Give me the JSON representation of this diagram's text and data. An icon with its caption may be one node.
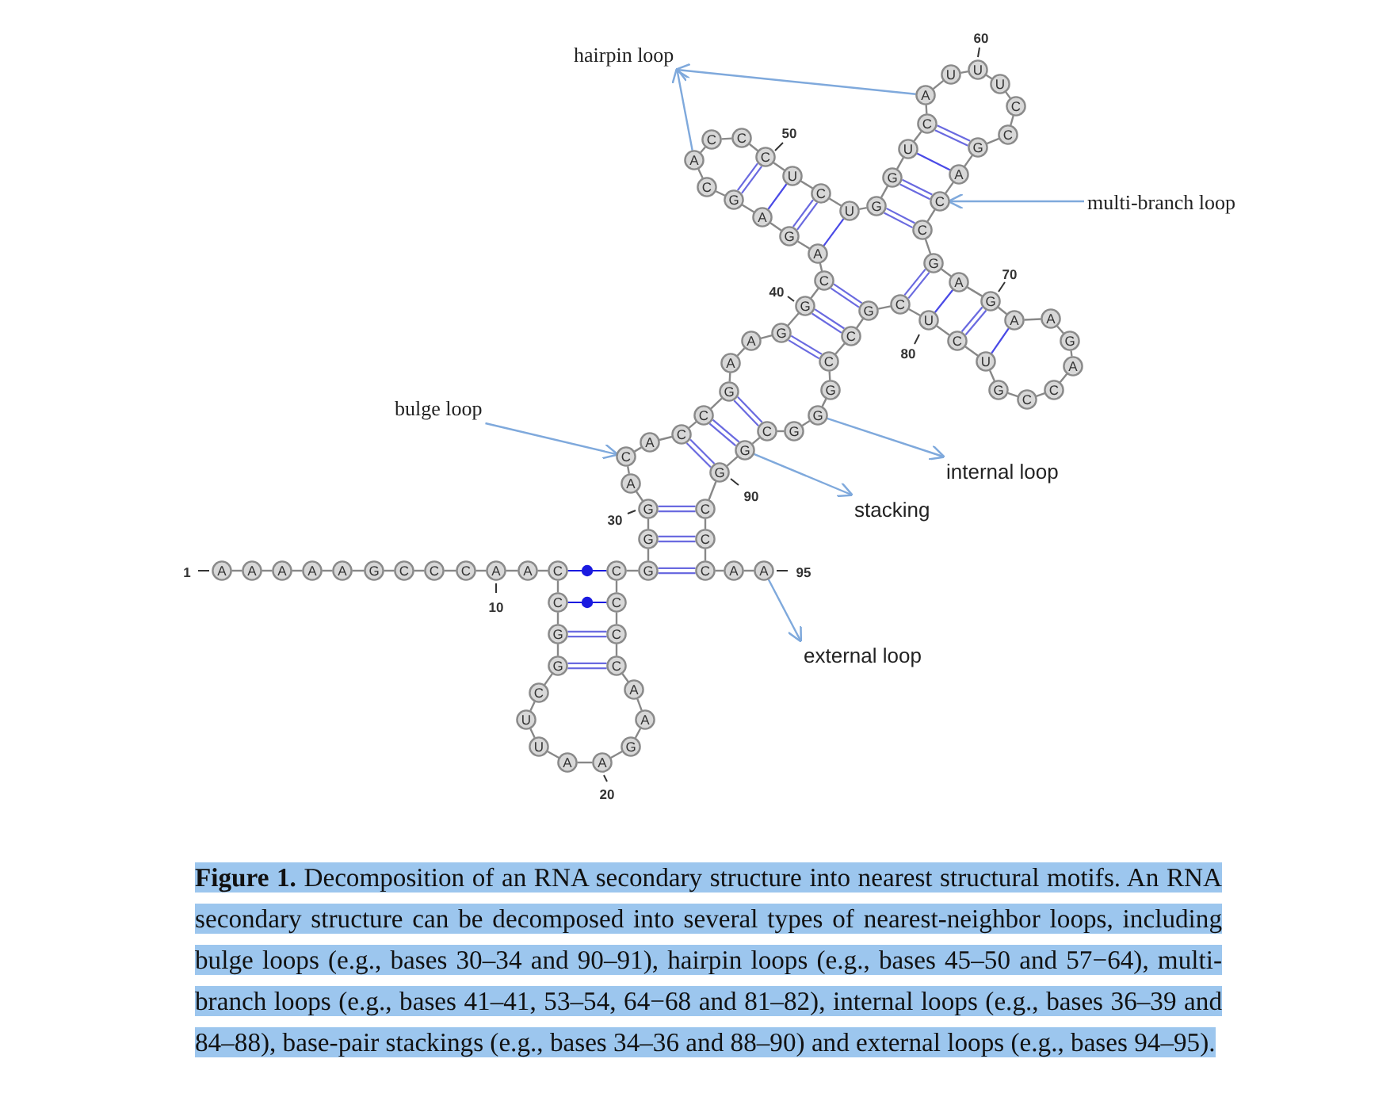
{
  "diagram": {
    "caption": "**Figure 1.** Decomposition of an RNA secondary structure into nearest structural motifs. An RNA secondary structure can be decomposed into several types of nearest-neighbor loops, including bulge loops (e.g., bases 30–34 and 90–91), hairpin loops (e.g., bases 45–50 and 57−64), multi-branch loops (e.g., bases 41–41, 53–54, 64−68 and 81–82), internal loops (e.g., bases 36–39 and 84–88), base-pair stackings (e.g., bases 34–36 and 88–90) and external loops (e.g., bases 94–95).",
    "nodes": [
      {
        "text": [
          "A"
        ]
      },
      {
        "text": [
          "A"
        ]
      },
      {
        "text": [
          "A"
        ]
      },
      {
        "text": [
          "A"
        ]
      },
      {
        "text": [
          "A"
        ]
      },
      {
        "text": [
          "G"
        ]
      },
      {
        "text": [
          "C"
        ]
      },
      {
        "text": [
          "C"
        ]
      },
      {
        "text": [
          "C"
        ]
      },
      {
        "text": [
          "A"
        ]
      },
      {
        "text": [
          "A"
        ]
      },
      {
        "text": [
          "C"
        ]
      },
      {
        "text": [
          "C"
        ]
      },
      {
        "text": [
          "G"
        ]
      },
      {
        "text": [
          "G"
        ]
      },
      {
        "text": [
          "C"
        ]
      },
      {
        "text": [
          "U"
        ]
      },
      {
        "text": [
          "U"
        ]
      },
      {
        "text": [
          "A"
        ]
      },
      {
        "text": [
          "A"
        ]
      },
      {
        "text": [
          "G"
        ]
      },
      {
        "text": [
          "A"
        ]
      },
      {
        "text": [
          "A"
        ]
      },
      {
        "text": [
          "C"
        ]
      },
      {
        "text": [
          "C"
        ]
      },
      {
        "text": [
          "C"
        ]
      },
      {
        "text": [
          "C"
        ]
      },
      {
        "text": [
          "G"
        ]
      },
      {
        "text": [
          "G"
        ]
      },
      {
        "text": [
          "G"
        ]
      },
      {
        "text": [
          "A"
        ]
      },
      {
        "text": [
          "C"
        ]
      },
      {
        "text": [
          "A"
        ]
      },
      {
        "text": [
          "C"
        ]
      },
      {
        "text": [
          "C"
        ]
      },
      {
        "text": [
          "G"
        ]
      },
      {
        "text": [
          "A"
        ]
      },
      {
        "text": [
          "A"
        ]
      },
      {
        "text": [
          "G"
        ]
      },
      {
        "text": [
          "G"
        ]
      },
      {
        "text": [
          "C"
        ]
      },
      {
        "text": [
          "A"
        ]
      },
      {
        "text": [
          "G"
        ]
      },
      {
        "text": [
          "A"
        ]
      },
      {
        "text": [
          "G"
        ]
      },
      {
        "text": [
          "C"
        ]
      },
      {
        "text": [
          "A"
        ]
      },
      {
        "text": [
          "C"
        ]
      },
      {
        "text": [
          "C"
        ]
      },
      {
        "text": [
          "C"
        ]
      },
      {
        "text": [
          "U"
        ]
      },
      {
        "text": [
          "C"
        ]
      },
      {
        "text": [
          "U"
        ]
      },
      {
        "text": [
          "G"
        ]
      },
      {
        "text": [
          "G"
        ]
      },
      {
        "text": [
          "U"
        ]
      },
      {
        "text": [
          "C"
        ]
      },
      {
        "text": [
          "A"
        ]
      },
      {
        "text": [
          "U"
        ]
      },
      {
        "text": [
          "U"
        ]
      },
      {
        "text": [
          "U"
        ]
      },
      {
        "text": [
          "C"
        ]
      },
      {
        "text": [
          "C"
        ]
      },
      {
        "text": [
          "G"
        ]
      },
      {
        "text": [
          "A"
        ]
      },
      {
        "text": [
          "C"
        ]
      },
      {
        "text": [
          "C"
        ]
      },
      {
        "text": [
          "G"
        ]
      },
      {
        "text": [
          "A"
        ]
      },
      {
        "text": [
          "G"
        ]
      },
      {
        "text": [
          "A"
        ]
      },
      {
        "text": [
          "A"
        ]
      },
      {
        "text": [
          "G"
        ]
      },
      {
        "text": [
          "A"
        ]
      },
      {
        "text": [
          "C"
        ]
      },
      {
        "text": [
          "C"
        ]
      },
      {
        "text": [
          "G"
        ]
      },
      {
        "text": [
          "U"
        ]
      },
      {
        "text": [
          "C"
        ]
      },
      {
        "text": [
          "U"
        ]
      },
      {
        "text": [
          "C"
        ]
      },
      {
        "text": [
          "G"
        ]
      },
      {
        "text": [
          "C"
        ]
      },
      {
        "text": [
          "C"
        ]
      },
      {
        "text": [
          "G"
        ]
      },
      {
        "text": [
          "G"
        ]
      },
      {
        "text": [
          "G"
        ]
      },
      {
        "text": [
          "C"
        ]
      },
      {
        "text": [
          "G"
        ]
      },
      {
        "text": [
          "G"
        ]
      },
      {
        "text": [
          "C"
        ]
      },
      {
        "text": [
          "C"
        ]
      },
      {
        "text": [
          "C"
        ]
      },
      {
        "text": [
          "A"
        ]
      },
      {
        "text": [
          "A"
        ]
      },
      {
        "text": [
          "hairpin loop"
        ]
      },
      {
        "text": [
          "multi-branch loop"
        ]
      },
      {
        "text": [
          "bulge loop"
        ]
      },
      {
        "text": [
          "internal loop"
        ]
      },
      {
        "text": [
          "stacking"
        ]
      },
      {
        "text": [
          "external loop"
        ]
      }
    ],
    "edges": [
      {
        "from": 0,
        "to": 1,
        "arrow": "none"
      },
      {
        "from": 1,
        "to": 2,
        "arrow": "none"
      },
      {
        "from": 2,
        "to": 3,
        "arrow": "none"
      },
      {
        "from": 3,
        "to": 4,
        "arrow": "none"
      },
      {
        "from": 4,
        "to": 5,
        "arrow": "none"
      },
      {
        "from": 5,
        "to": 6,
        "arrow": "none"
      },
      {
        "from": 6,
        "to": 7,
        "arrow": "none"
      },
      {
        "from": 7,
        "to": 8,
        "arrow": "none"
      },
      {
        "from": 8,
        "to": 9,
        "arrow": "none"
      },
      {
        "from": 9,
        "to": 10,
        "arrow": "none"
      },
      {
        "from": 10,
        "to": 11,
        "arrow": "none"
      },
      {
        "from": 11,
        "to": 12,
        "arrow": "none"
      },
      {
        "from": 12,
        "to": 13,
        "arrow": "none"
      },
      {
        "from": 13,
        "to": 14,
        "arrow": "none"
      },
      {
        "from": 14,
        "to": 15,
        "arrow": "none"
      },
      {
        "from": 15,
        "to": 16,
        "arrow": "none"
      },
      {
        "from": 16,
        "to": 17,
        "arrow": "none"
      },
      {
        "from": 17,
        "to": 18,
        "arrow": "none"
      },
      {
        "from": 18,
        "to": 19,
        "arrow": "none"
      },
      {
        "from": 19,
        "to": 20,
        "arrow": "none"
      },
      {
        "from": 20,
        "to": 21,
        "arrow": "none"
      },
      {
        "from": 21,
        "to": 22,
        "arrow": "none"
      },
      {
        "from": 22,
        "to": 23,
        "arrow": "none"
      },
      {
        "from": 23,
        "to": 24,
        "arrow": "none"
      },
      {
        "from": 24,
        "to": 25,
        "arrow": "none"
      },
      {
        "from": 25,
        "to": 26,
        "arrow": "none"
      },
      {
        "from": 26,
        "to": 27,
        "arrow": "none"
      },
      {
        "from": 27,
        "to": 28,
        "arrow": "none"
      },
      {
        "from": 28,
        "to": 29,
        "arrow": "none"
      },
      {
        "from": 29,
        "to": 30,
        "arrow": "none"
      },
      {
        "from": 30,
        "to": 31,
        "arrow": "none"
      },
      {
        "from": 31,
        "to": 32,
        "arrow": "none"
      },
      {
        "from": 32,
        "to": 33,
        "arrow": "none"
      },
      {
        "from": 33,
        "to": 34,
        "arrow": "none"
      },
      {
        "from": 34,
        "to": 35,
        "arrow": "none"
      },
      {
        "from": 35,
        "to": 36,
        "arrow": "none"
      },
      {
        "from": 36,
        "to": 37,
        "arrow": "none"
      },
      {
        "from": 37,
        "to": 38,
        "arrow": "none"
      },
      {
        "from": 38,
        "to": 39,
        "arrow": "none"
      },
      {
        "from": 39,
        "to": 40,
        "arrow": "none"
      },
      {
        "from": 40,
        "to": 41,
        "arrow": "none"
      },
      {
        "from": 41,
        "to": 42,
        "arrow": "none"
      },
      {
        "from": 42,
        "to": 43,
        "arrow": "none"
      },
      {
        "from": 43,
        "to": 44,
        "arrow": "none"
      },
      {
        "from": 44,
        "to": 45,
        "arrow": "none"
      },
      {
        "from": 45,
        "to": 46,
        "arrow": "none"
      },
      {
        "from": 46,
        "to": 47,
        "arrow": "none"
      },
      {
        "from": 47,
        "to": 48,
        "arrow": "none"
      },
      {
        "from": 48,
        "to": 49,
        "arrow": "none"
      },
      {
        "from": 49,
        "to": 50,
        "arrow": "none"
      },
      {
        "from": 50,
        "to": 51,
        "arrow": "none"
      },
      {
        "from": 51,
        "to": 52,
        "arrow": "none"
      },
      {
        "from": 52,
        "to": 53,
        "arrow": "none"
      },
      {
        "from": 53,
        "to": 54,
        "arrow": "none"
      },
      {
        "from": 54,
        "to": 55,
        "arrow": "none"
      },
      {
        "from": 55,
        "to": 56,
        "arrow": "none"
      },
      {
        "from": 56,
        "to": 57,
        "arrow": "none"
      },
      {
        "from": 57,
        "to": 58,
        "arrow": "none"
      },
      {
        "from": 58,
        "to": 59,
        "arrow": "none"
      },
      {
        "from": 59,
        "to": 60,
        "arrow": "none"
      },
      {
        "from": 60,
        "to": 61,
        "arrow": "none"
      },
      {
        "from": 61,
        "to": 62,
        "arrow": "none"
      },
      {
        "from": 62,
        "to": 63,
        "arrow": "none"
      },
      {
        "from": 63,
        "to": 64,
        "arrow": "none"
      },
      {
        "from": 64,
        "to": 65,
        "arrow": "none"
      },
      {
        "from": 65,
        "to": 66,
        "arrow": "none"
      },
      {
        "from": 66,
        "to": 67,
        "arrow": "none"
      },
      {
        "from": 67,
        "to": 68,
        "arrow": "none"
      },
      {
        "from": 68,
        "to": 69,
        "arrow": "none"
      },
      {
        "from": 69,
        "to": 70,
        "arrow": "none"
      },
      {
        "from": 70,
        "to": 71,
        "arrow": "none"
      },
      {
        "from": 71,
        "to": 72,
        "arrow": "none"
      },
      {
        "from": 72,
        "to": 73,
        "arrow": "none"
      },
      {
        "from": 73,
        "to": 74,
        "arrow": "none"
      },
      {
        "from": 74,
        "to": 75,
        "arrow": "none"
      },
      {
        "from": 75,
        "to": 76,
        "arrow": "none"
      },
      {
        "from": 76,
        "to": 77,
        "arrow": "none"
      },
      {
        "from": 77,
        "to": 78,
        "arrow": "none"
      },
      {
        "from": 78,
        "to": 79,
        "arrow": "none"
      },
      {
        "from": 79,
        "to": 80,
        "arrow": "none"
      },
      {
        "from": 80,
        "to": 81,
        "arrow": "none"
      },
      {
        "from": 81,
        "to": 82,
        "arrow": "none"
      },
      {
        "from": 82,
        "to": 83,
        "arrow": "none"
      },
      {
        "from": 83,
        "to": 84,
        "arrow": "none"
      },
      {
        "from": 84,
        "to": 85,
        "arrow": "none"
      },
      {
        "from": 85,
        "to": 86,
        "arrow": "none"
      },
      {
        "from": 86,
        "to": 87,
        "arrow": "none"
      },
      {
        "from": 87,
        "to": 88,
        "arrow": "none"
      },
      {
        "from": 88,
        "to": 89,
        "arrow": "none"
      },
      {
        "from": 89,
        "to": 90,
        "arrow": "none"
      },
      {
        "from": 90,
        "to": 91,
        "arrow": "none"
      },
      {
        "from": 91,
        "to": 92,
        "arrow": "none"
      },
      {
        "from": 92,
        "to": 93,
        "arrow": "none"
      },
      {
        "from": 93,
        "to": 94,
        "arrow": "none"
      },
      {
        "from": 11,
        "to": 26,
        "arrow": "none",
        "color": "#1a1ae0"
      },
      {
        "from": 12,
        "to": 25,
        "arrow": "none",
        "color": "#1a1ae0"
      },
      {
        "from": 13,
        "to": 24,
        "arrow": "none",
        "color": "#6a6ae0"
      },
      {
        "from": 14,
        "to": 23,
        "arrow": "none",
        "color": "#6a6ae0"
      },
      {
        "from": 27,
        "to": 92,
        "arrow": "none",
        "color": "#6a6ae0"
      },
      {
        "from": 28,
        "to": 91,
        "arrow": "none",
        "color": "#6a6ae0"
      },
      {
        "from": 29,
        "to": 90,
        "arrow": "none",
        "color": "#6a6ae0"
      },
      {
        "from": 33,
        "to": 89,
        "arrow": "none",
        "color": "#6a6ae0"
      },
      {
        "from": 34,
        "to": 88,
        "arrow": "none",
        "color": "#6a6ae0"
      },
      {
        "from": 35,
        "to": 87,
        "arrow": "none",
        "color": "#6a6ae0"
      },
      {
        "from": 38,
        "to": 83,
        "arrow": "none",
        "color": "#6a6ae0"
      },
      {
        "from": 39,
        "to": 82,
        "arrow": "none",
        "color": "#6a6ae0"
      },
      {
        "from": 40,
        "to": 81,
        "arrow": "none",
        "color": "#6a6ae0"
      },
      {
        "from": 41,
        "to": 52,
        "arrow": "none",
        "color": "#4a4ae6"
      },
      {
        "from": 42,
        "to": 51,
        "arrow": "none",
        "color": "#6a6ae0"
      },
      {
        "from": 43,
        "to": 50,
        "arrow": "none",
        "color": "#4a4ae6"
      },
      {
        "from": 44,
        "to": 49,
        "arrow": "none",
        "color": "#6a6ae0"
      },
      {
        "from": 53,
        "to": 66,
        "arrow": "none",
        "color": "#6a6ae0"
      },
      {
        "from": 54,
        "to": 65,
        "arrow": "none",
        "color": "#6a6ae0"
      },
      {
        "from": 55,
        "to": 64,
        "arrow": "none",
        "color": "#4a4ae6"
      },
      {
        "from": 56,
        "to": 63,
        "arrow": "none",
        "color": "#6a6ae0"
      },
      {
        "from": 67,
        "to": 80,
        "arrow": "none",
        "color": "#6a6ae0"
      },
      {
        "from": 68,
        "to": 79,
        "arrow": "none",
        "color": "#4a4ae6"
      },
      {
        "from": 69,
        "to": 78,
        "arrow": "none",
        "color": "#6a6ae0"
      },
      {
        "from": 70,
        "to": 77,
        "arrow": "none",
        "color": "#4a4ae6"
      },
      {
        "from": 57,
        "to": 95,
        "arrow": "to",
        "color": "#7fa9dc"
      },
      {
        "from": 46,
        "to": 95,
        "arrow": "to",
        "color": "#7fa9dc"
      },
      {
        "from": 96,
        "to": 65,
        "arrow": "to",
        "color": "#7fa9dc"
      },
      {
        "from": 97,
        "to": 31,
        "arrow": "to",
        "color": "#7fa9dc"
      },
      {
        "from": 85,
        "to": 98,
        "arrow": "to",
        "color": "#7fa9dc"
      },
      {
        "from": 88,
        "to": 99,
        "arrow": "to",
        "color": "#7fa9dc"
      },
      {
        "from": 94,
        "to": 100,
        "arrow": "to",
        "color": "#7fa9dc"
      }
    ],
    "labels": [
      "60",
      "50",
      "70",
      "40",
      "80",
      "90",
      "30",
      "1",
      "95",
      "10",
      "20"
    ]
  }
}
